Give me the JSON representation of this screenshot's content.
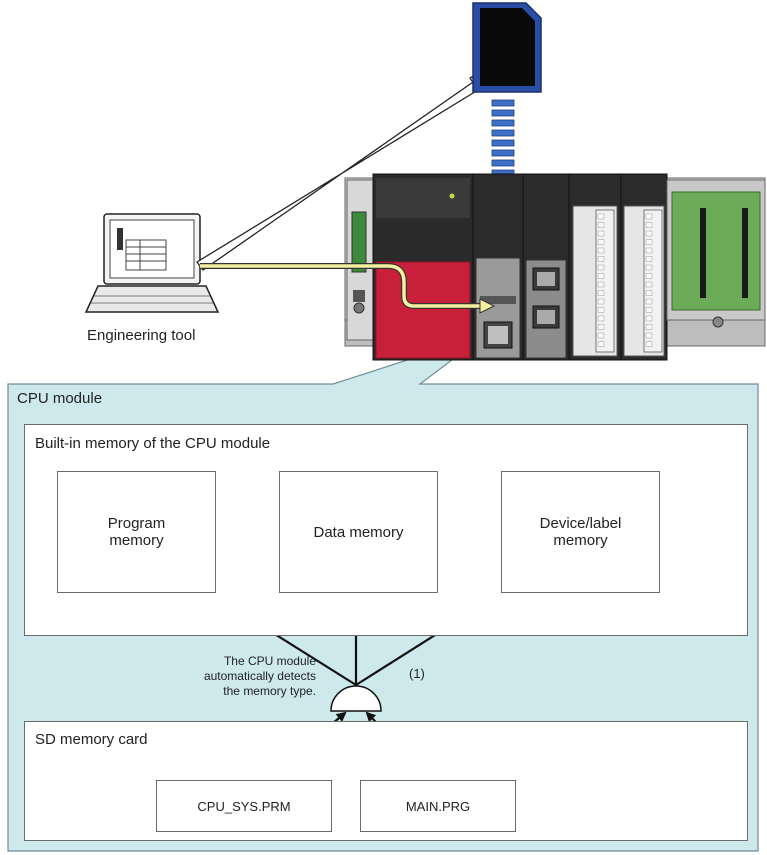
{
  "engineering_tool_label": "Engineering tool",
  "cpu_panel": {
    "title": "CPU module"
  },
  "builtin_memory": {
    "title": "Built-in memory of the CPU module",
    "boxes": [
      "Program\nmemory",
      "Data memory",
      "Device/label\nmemory"
    ]
  },
  "detection": {
    "note": "The CPU module\nautomatically detects\nthe memory type.",
    "marker": "(1)"
  },
  "sd_card": {
    "title": "SD memory card",
    "files": [
      "CPU_SYS.PRM",
      "MAIN.PRG"
    ]
  },
  "colors": {
    "panel_fill": "#cde9ec",
    "panel_border": "#6e8e96",
    "cable": "#f3f0a0",
    "download_arrow": "#3e6fc6",
    "cpu_red": "#c8203a"
  }
}
